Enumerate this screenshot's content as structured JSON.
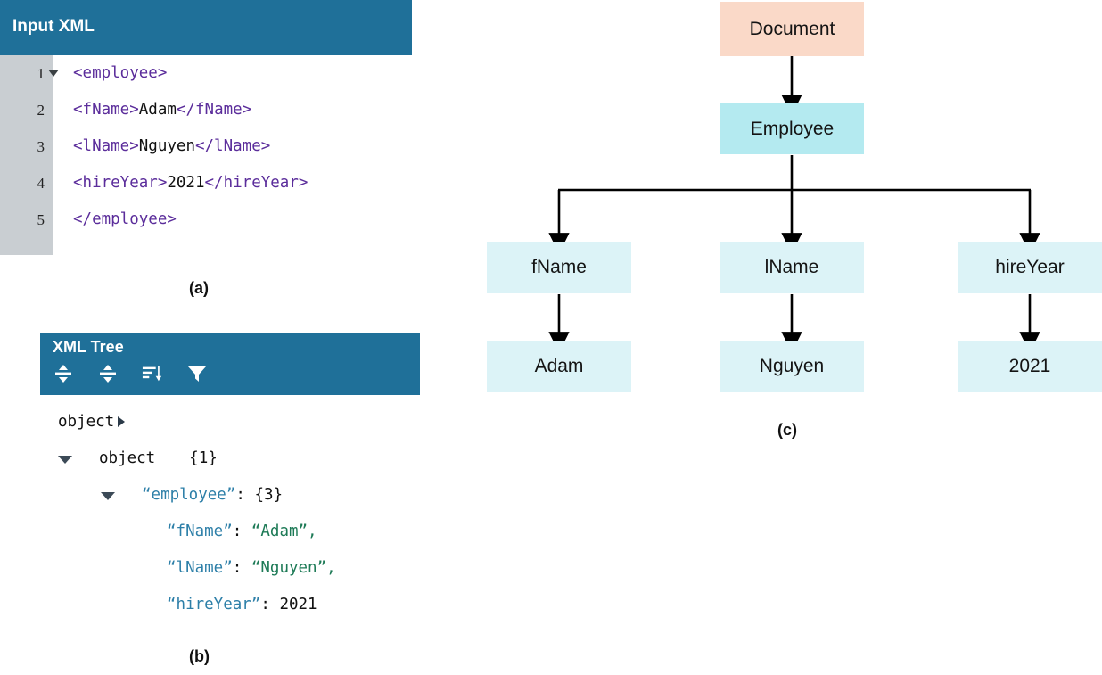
{
  "figure": {
    "caption_a": "(a)",
    "caption_b": "(b)",
    "caption_c": "(c)"
  },
  "input_xml_panel": {
    "title": "Input XML",
    "header_color": "#1f7099",
    "gutter_color": "#c9ced2",
    "tag_color": "#5b2d9b",
    "lines": [
      {
        "number": "1",
        "foldable": true,
        "tag_open": "<employee>",
        "text": "",
        "tag_close": ""
      },
      {
        "number": "2",
        "foldable": false,
        "tag_open": "<fName>",
        "text": "Adam",
        "tag_close": "</fName>"
      },
      {
        "number": "3",
        "foldable": false,
        "tag_open": "<lName>",
        "text": "Nguyen",
        "tag_close": "</lName>"
      },
      {
        "number": "4",
        "foldable": false,
        "tag_open": "<hireYear>",
        "text": "2021",
        "tag_close": "</hireYear>"
      },
      {
        "number": "5",
        "foldable": false,
        "tag_open": "</employee>",
        "text": "",
        "tag_close": ""
      }
    ]
  },
  "xml_tree_panel": {
    "title": "XML Tree",
    "header_color": "#1f7099",
    "key_color": "#2d7fa8",
    "string_color": "#1d7a56",
    "toolbar": [
      {
        "name": "expand-all-icon",
        "label": "Expand all"
      },
      {
        "name": "collapse-all-icon",
        "label": "Collapse all"
      },
      {
        "name": "sort-icon",
        "label": "Sort"
      },
      {
        "name": "filter-icon",
        "label": "Filter"
      }
    ],
    "rows": [
      {
        "level": "root",
        "caret": "right",
        "label": "object",
        "separator": "",
        "value": "",
        "value_kind": "plain"
      },
      {
        "level": "lvl1",
        "caret": "down",
        "label": "object",
        "separator": "",
        "value": "{1}",
        "value_kind": "plain"
      },
      {
        "level": "lvl2",
        "caret": "down",
        "label": "“employee”",
        "separator": ": ",
        "value": "{3}",
        "value_kind": "plain"
      },
      {
        "level": "lvl3",
        "caret": "none",
        "label": "“fName”",
        "separator": ": ",
        "value": "“Adam”,",
        "value_kind": "string"
      },
      {
        "level": "lvl3",
        "caret": "none",
        "label": "“lName”",
        "separator": ": ",
        "value": "“Nguyen”,",
        "value_kind": "string"
      },
      {
        "level": "lvl3",
        "caret": "none",
        "label": "“hireYear”",
        "separator": ": ",
        "value": "2021",
        "value_kind": "number"
      }
    ]
  },
  "dom_diagram": {
    "root_color": "#fad9c8",
    "element_color": "#b4eaf0",
    "child_color": "#dcf3f7",
    "nodes": {
      "document": "Document",
      "employee": "Employee",
      "fname": "fName",
      "lname": "lName",
      "hireyear": "hireYear",
      "adam": "Adam",
      "nguyen": "Nguyen",
      "year2021": "2021"
    }
  }
}
